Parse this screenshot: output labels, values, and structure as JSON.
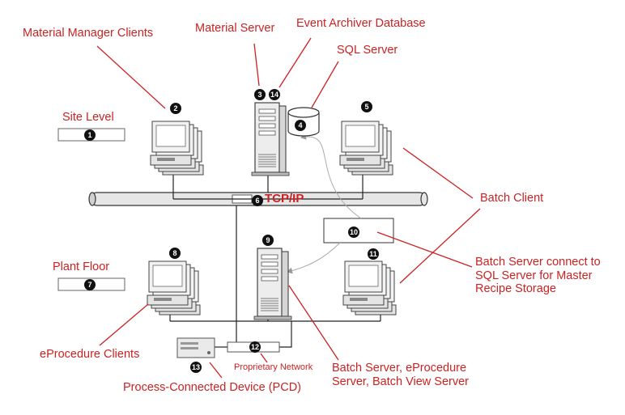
{
  "labels": {
    "material_manager_clients": "Material Manager Clients",
    "material_server": "Material Server",
    "event_archiver_database": "Event Archiver Database",
    "sql_server": "SQL Server",
    "site_level": "Site Level",
    "tcp_ip": "TCP/IP",
    "batch_client": "Batch Client",
    "plant_floor": "Plant Floor",
    "batch_server_connect": [
      "Batch Server connect to",
      "SQL Server for Master",
      "Recipe Storage"
    ],
    "eprocedure_clients": "eProcedure Clients",
    "proprietary_network": "Proprietary Network",
    "batch_server": [
      "Batch Server, eProcedure",
      "Server, Batch View Server"
    ],
    "pcd": "Process-Connected Device (PCD)"
  },
  "badges": [
    "1",
    "2",
    "3",
    "14",
    "4",
    "5",
    "6",
    "7",
    "8",
    "9",
    "10",
    "11",
    "12",
    "13"
  ],
  "colors": {
    "annotation": "#cc2222",
    "line": "#222222",
    "badge": "#111111"
  }
}
